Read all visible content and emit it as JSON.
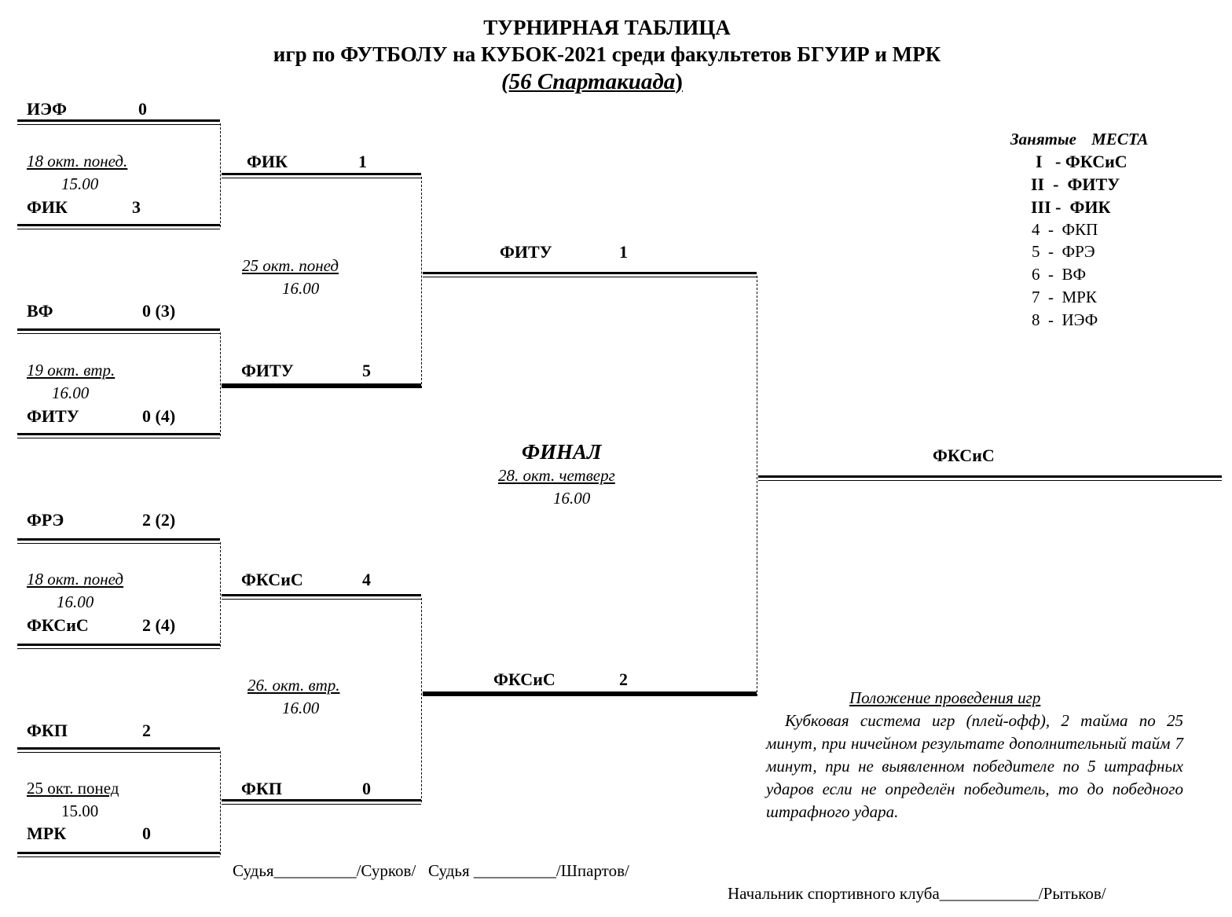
{
  "header": {
    "title": "ТУРНИРНАЯ ТАБЛИЦА",
    "subtitle": "игр по ФУТБОЛУ на КУБОК-2021 среди факультетов БГУИР и МРК",
    "spartakiad_open": "(",
    "spartakiad": "56 Спартакиада",
    "spartakiad_close": ")"
  },
  "round1": [
    {
      "team1": "ИЭФ",
      "score1": "0",
      "date": "18 окт. понед.",
      "time": "15.00",
      "team2": "ФИК",
      "score2": "3"
    },
    {
      "team1": "ВФ",
      "score1": "0 (3)",
      "date": "19 окт. втр.",
      "time": "16.00",
      "team2": "ФИТУ",
      "score2": "0 (4)"
    },
    {
      "team1": "ФРЭ",
      "score1": "2 (2)",
      "date": "18  окт. понед",
      "time": "16.00",
      "team2": "ФКСиС",
      "score2": "2 (4)"
    },
    {
      "team1": "ФКП",
      "score1": "2",
      "date": "25 окт. понед",
      "time": "15.00",
      "team2": "МРК",
      "score2": "0"
    }
  ],
  "round2": [
    {
      "team1": "ФИК",
      "score1": "1",
      "date": "25 окт. понед",
      "time": "16.00",
      "team2": "ФИТУ",
      "score2": "5"
    },
    {
      "team1": "ФКСиС",
      "score1": "4",
      "date": "26. окт. втр.",
      "time": "16.00",
      "team2": "ФКП",
      "score2": "0"
    }
  ],
  "final": {
    "team1": "ФИТУ",
    "score1": "1",
    "label": "ФИНАЛ",
    "date": "28. окт. четверг",
    "time": "16.00",
    "team2": "ФКСиС",
    "score2": "2",
    "winner": "ФКСиС"
  },
  "places": {
    "heading": "Занятые МЕСТА",
    "items": [
      "I   - ФКСиС",
      "II  -  ФИТУ",
      "III -  ФИК",
      "4  -  ФКП",
      "5  -  ФРЭ",
      "6  -  ВФ",
      "7  -  МРК",
      "8  -  ИЭФ"
    ]
  },
  "rules": {
    "heading": "Положение проведения игр",
    "text": "Кубковая система игр (плей-офф), 2  тайма по 25 минут, при ничейном результате дополнительный тайм 7 минут, при не выявленном победителе по 5 штрафных ударов если не определён победитель, то до победного штрафного удара."
  },
  "signatures": {
    "judges": "Судья__________/Сурков/   Судья __________/Шпартов/",
    "chief": "Начальник спортивного клуба____________/Рытьков/"
  }
}
